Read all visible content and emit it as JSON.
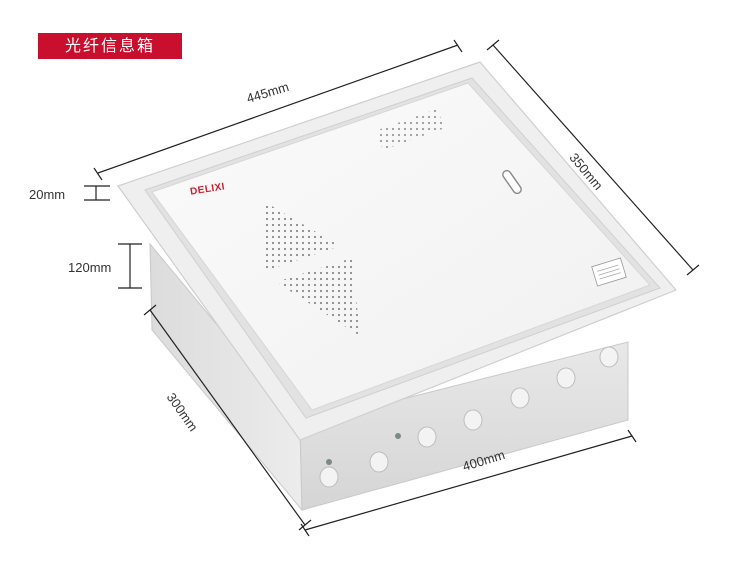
{
  "badge": {
    "title": "光纤信息箱"
  },
  "brand": {
    "logo_text": "DELIXI"
  },
  "dimensions": {
    "width_top": "445mm",
    "depth_top": "350mm",
    "lip_height": "20mm",
    "body_height": "120mm",
    "depth_bottom": "300mm",
    "width_bottom": "400mm"
  },
  "colors": {
    "badge": "#c8102e",
    "box_body": "#e6e6e6",
    "door": "#f7f7f7",
    "frame": "#efefef"
  }
}
